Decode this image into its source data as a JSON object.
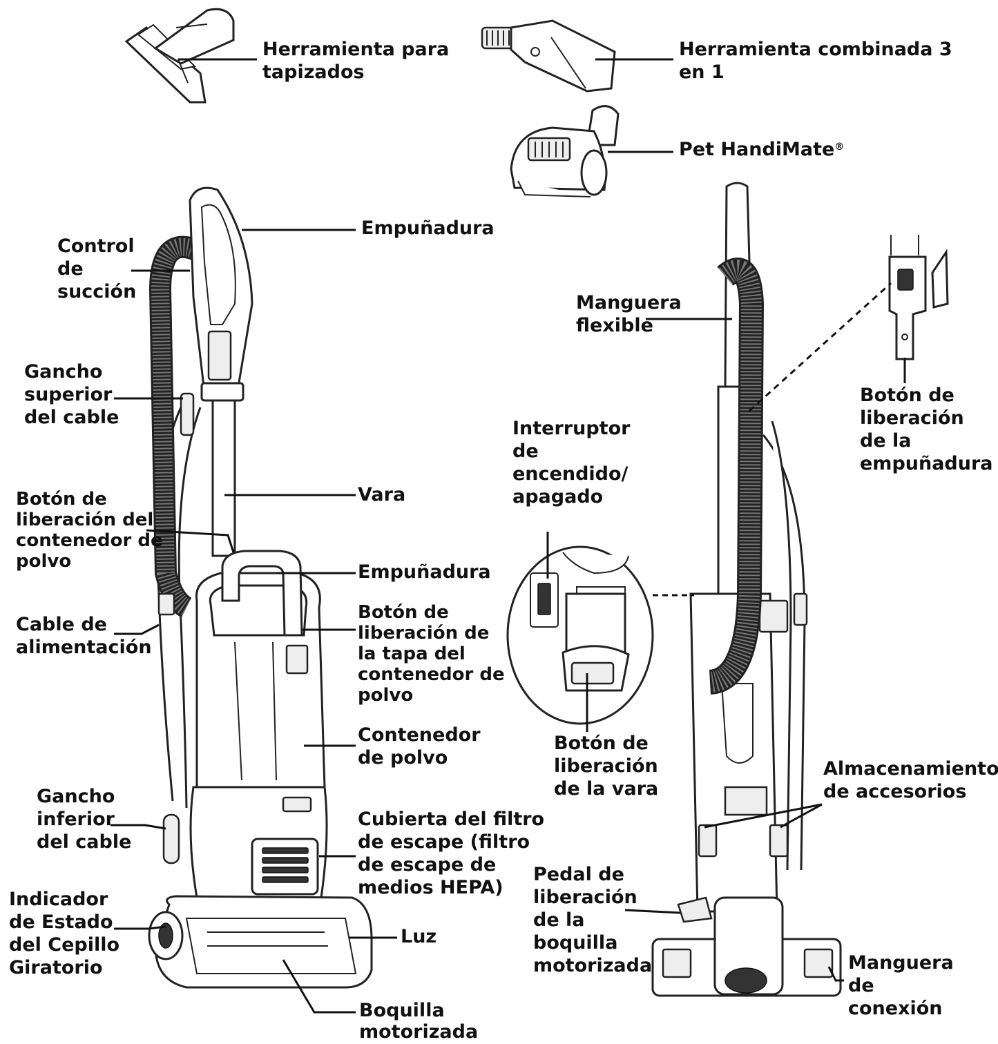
{
  "labels": {
    "upholstery_tool": "Herramienta para\ntapizados",
    "combo_tool": "Herramienta combinada 3\nen 1",
    "pet_handimate": "Pet HandiMate",
    "registered_mark": "®",
    "handle_top": "Empuñadura",
    "suction_control": "Control\nde\nsucción",
    "upper_cord_hook": "Gancho\nsuperior\ndel cable",
    "wand": "Vara",
    "dust_cup_release": "Botón de\nliberación del\ncontenedor de\npolvo",
    "dust_cup_handle": "Empuñadura",
    "power_cord": "Cable de\nalimentación",
    "lid_release": "Botón de\nliberación de\nla tapa del\ncontenedor de\npolvo",
    "dust_cup": "Contenedor\nde polvo",
    "lower_cord_hook": "Gancho\ninferior\ndel cable",
    "exhaust_filter_cover": "Cubierta del filtro\nde escape (filtro\nde escape de\nmedios HEPA)",
    "brushroll_indicator": "Indicador\nde Estado\ndel Cepillo\nGiratorio",
    "light": "Luz",
    "powered_nozzle": "Boquilla\nmotorizada",
    "flexible_hose": "Manguera\nflexible",
    "handle_release": "Botón de\nliberación\nde la\nempuñadura",
    "power_switch": "Interruptor\nde\nencendido/\napagado",
    "wand_release": "Botón de\nliberación\nde la vara",
    "accessory_storage": "Almacenamiento\nde accesorios",
    "nozzle_release_pedal": "Pedal de\nliberación\nde la\nboquilla\nmotorizada",
    "connection_hose": "Manguera\nde\nconexión"
  }
}
